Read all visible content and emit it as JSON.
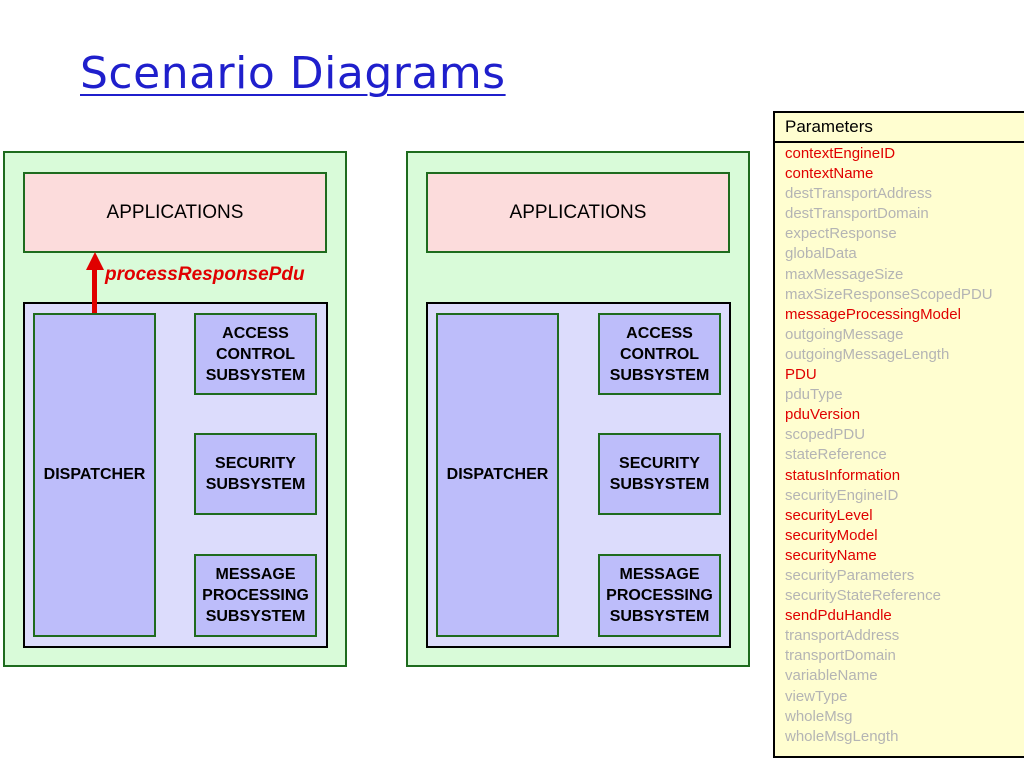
{
  "title": "Scenario Diagrams",
  "left_panel": {
    "applications": "APPLICATIONS",
    "dispatcher": "DISPATCHER",
    "access_control": "ACCESS\nCONTROL\nSUBSYSTEM",
    "security": "SECURITY\nSUBSYSTEM",
    "message_processing": "MESSAGE\nPROCESSING\nSUBSYSTEM",
    "arrow_label": "processResponsePdu"
  },
  "right_panel": {
    "applications": "APPLICATIONS",
    "dispatcher": "DISPATCHER",
    "access_control": "ACCESS\nCONTROL\nSUBSYSTEM",
    "security": "SECURITY\nSUBSYSTEM",
    "message_processing": "MESSAGE\nPROCESSING\nSUBSYSTEM"
  },
  "parameters": {
    "header": "Parameters",
    "items": [
      {
        "name": "contextEngineID",
        "active": true
      },
      {
        "name": "contextName",
        "active": true
      },
      {
        "name": "destTransportAddress",
        "active": false
      },
      {
        "name": "destTransportDomain",
        "active": false
      },
      {
        "name": "expectResponse",
        "active": false
      },
      {
        "name": "globalData",
        "active": false
      },
      {
        "name": "maxMessageSize",
        "active": false
      },
      {
        "name": "maxSizeResponseScopedPDU",
        "active": false
      },
      {
        "name": "messageProcessingModel",
        "active": true
      },
      {
        "name": "outgoingMessage",
        "active": false
      },
      {
        "name": "outgoingMessageLength",
        "active": false
      },
      {
        "name": "PDU",
        "active": true
      },
      {
        "name": "pduType",
        "active": false
      },
      {
        "name": "pduVersion",
        "active": true
      },
      {
        "name": "scopedPDU",
        "active": false
      },
      {
        "name": "stateReference",
        "active": false
      },
      {
        "name": "statusInformation",
        "active": true
      },
      {
        "name": "securityEngineID",
        "active": false
      },
      {
        "name": "securityLevel",
        "active": true
      },
      {
        "name": "securityModel",
        "active": true
      },
      {
        "name": "securityName",
        "active": true
      },
      {
        "name": "securityParameters",
        "active": false
      },
      {
        "name": "securityStateReference",
        "active": false
      },
      {
        "name": "sendPduHandle",
        "active": true
      },
      {
        "name": "transportAddress",
        "active": false
      },
      {
        "name": "transportDomain",
        "active": false
      },
      {
        "name": "variableName",
        "active": false
      },
      {
        "name": "viewType",
        "active": false
      },
      {
        "name": "wholeMsg",
        "active": false
      },
      {
        "name": "wholeMsgLength",
        "active": false
      }
    ],
    "colors": {
      "active": "#e00000",
      "inactive": "#b4b4b4"
    }
  }
}
